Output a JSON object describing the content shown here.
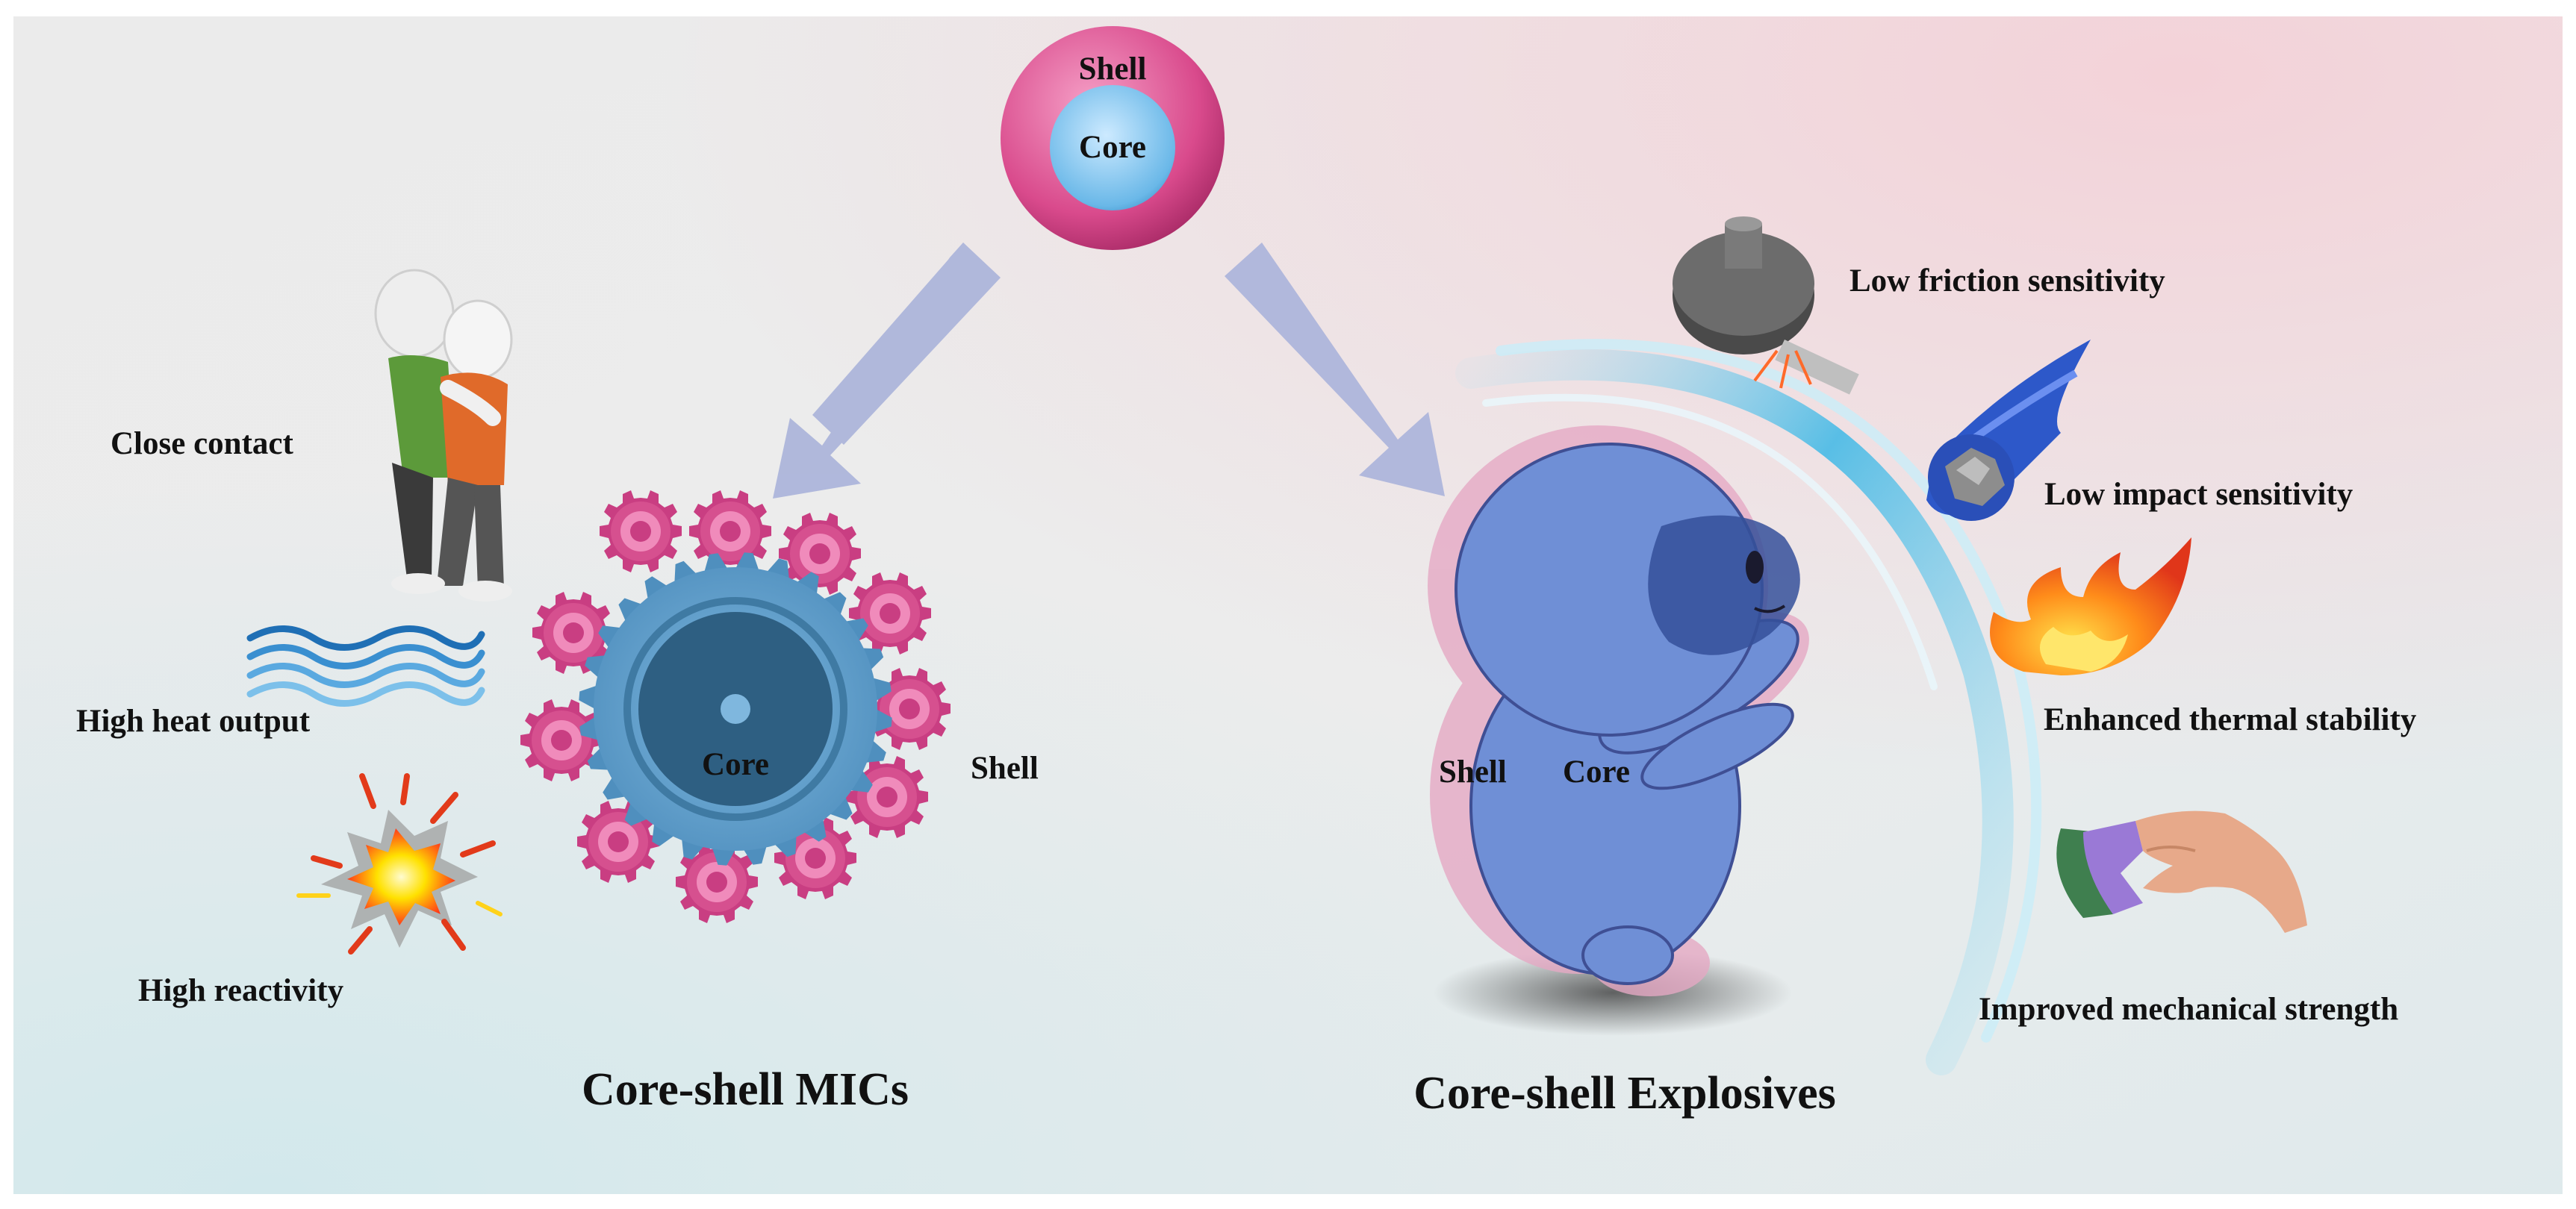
{
  "top_particle": {
    "shell_label": "Shell",
    "core_label": "Core"
  },
  "left_panel": {
    "title": "Core-shell MICs",
    "core_label": "Core",
    "shell_label": "Shell",
    "properties": [
      {
        "label": "Close contact",
        "icon": "hugging-people-icon"
      },
      {
        "label": "High heat output",
        "icon": "heat-waves-icon"
      },
      {
        "label": "High reactivity",
        "icon": "explosion-burst-icon"
      }
    ]
  },
  "right_panel": {
    "title": "Core-shell Explosives",
    "shell_label": "Shell",
    "core_label": "Core",
    "properties": [
      {
        "label": "Low friction sensitivity",
        "icon": "friction-wheel-icon"
      },
      {
        "label": "Low impact sensitivity",
        "icon": "meteor-icon"
      },
      {
        "label": "Enhanced thermal stability",
        "icon": "flame-icon"
      },
      {
        "label": "Improved mechanical strength",
        "icon": "squeezed-block-icon"
      }
    ]
  },
  "colors": {
    "shell_pink": "#d94a8c",
    "core_blue": "#6ab8e8",
    "arrow": "#aab3da",
    "gear_blue": "#5b9cc9",
    "character_blue": "#6f8fd6"
  }
}
